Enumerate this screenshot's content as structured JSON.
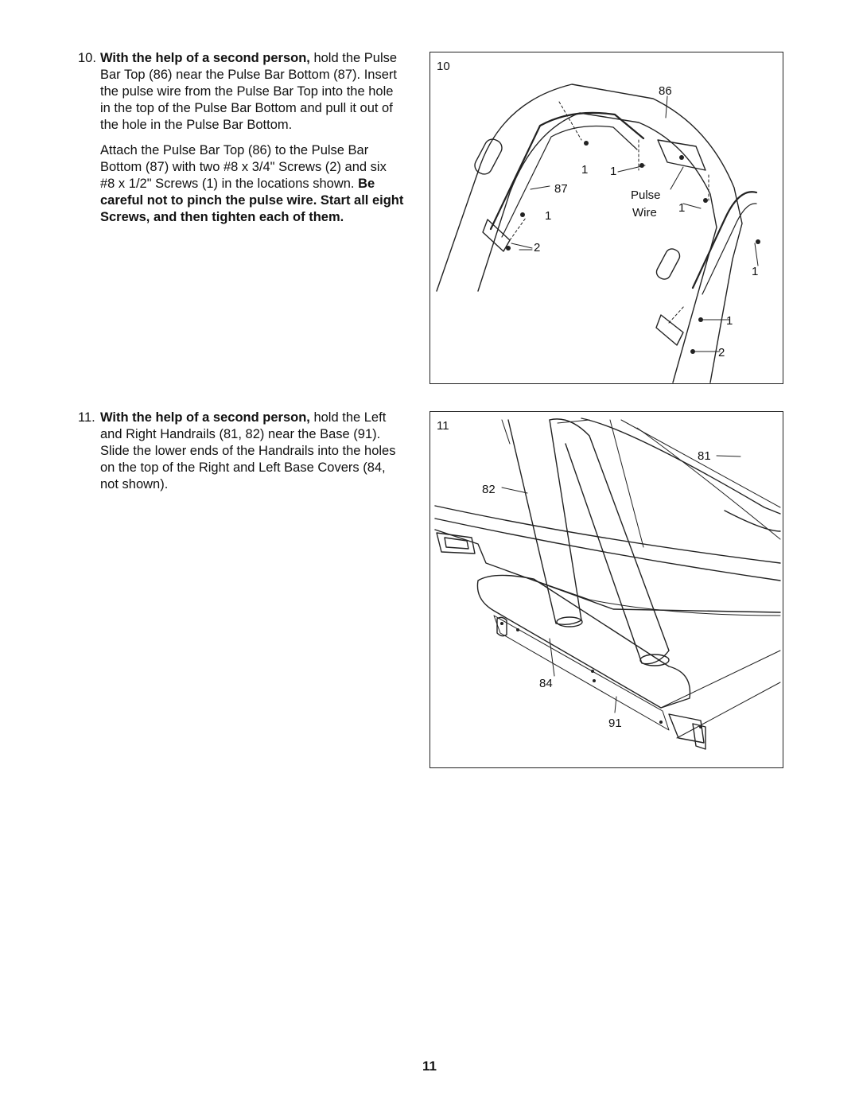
{
  "steps": [
    {
      "number": "10.",
      "bold_lead": "With the help of a second person,",
      "para1_rest": " hold the Pulse Bar Top (86) near the Pulse Bar Bottom (87). Insert the pulse wire from the Pulse Bar Top into the hole in the top of the Pulse Bar Bottom and pull it out of the hole in the Pulse Bar Bottom.",
      "para2": "Attach the Pulse Bar Top (86) to the Pulse Bar Bottom (87) with two #8 x 3/4\" Screws (2) and six #8 x 1/2\" Screws (1) in the locations shown.",
      "warning": "Be careful not to pinch the pulse wire. Start all eight Screws, and then tighten each of them."
    },
    {
      "number": "11.",
      "bold_lead": "With the help of a second person,",
      "para1_rest": " hold the Left and Right Handrails (81, 82) near the Base (91). Slide the lower ends of the Handrails into the holes on the top of the Right and Left Base Covers (84, not shown)."
    }
  ],
  "figure10": {
    "figure_number": "10",
    "callouts": {
      "pulse_bar_top": "86",
      "pulse_bar_bottom": "87",
      "screw_top_left": "1",
      "screw_top_right": "1",
      "screw_left_mid": "1",
      "screw_left_low": "2",
      "screw_right_upper": "1",
      "screw_right_side": "1",
      "screw_right_mid": "1",
      "screw_right_low": "2",
      "pulse_wire_line1": "Pulse",
      "pulse_wire_line2": "Wire"
    }
  },
  "figure11": {
    "figure_number": "11",
    "callouts": {
      "right_handrail": "81",
      "left_handrail": "82",
      "base_cover": "84",
      "base": "91"
    }
  },
  "page_number": "11"
}
